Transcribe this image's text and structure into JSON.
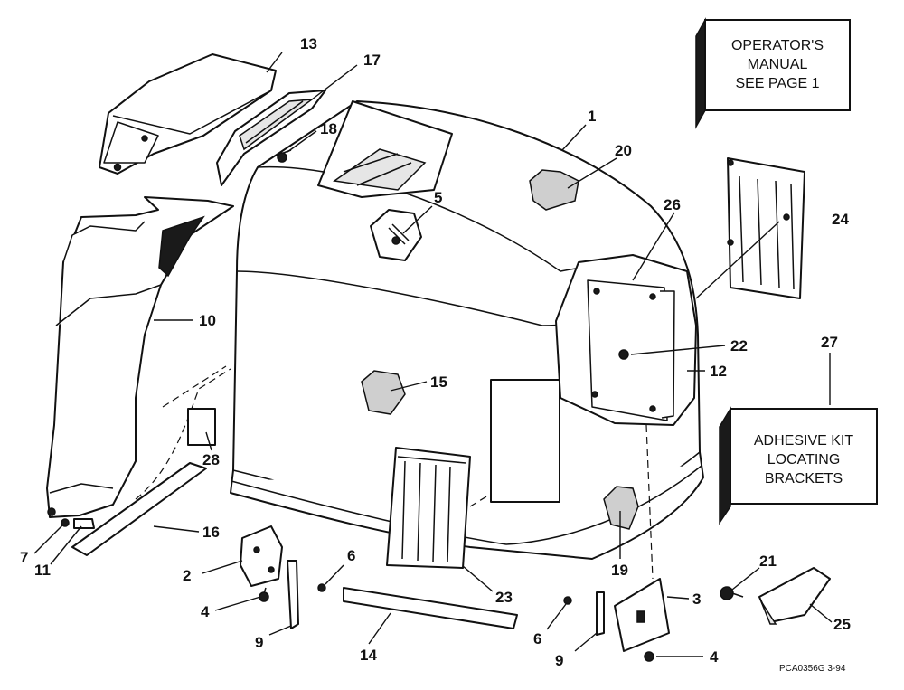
{
  "callouts": {
    "c1": "1",
    "c2": "2",
    "c3": "3",
    "c4a": "4",
    "c4b": "4",
    "c5": "5",
    "c6a": "6",
    "c6b": "6",
    "c7": "7",
    "c9a": "9",
    "c9b": "9",
    "c10": "10",
    "c11": "11",
    "c12": "12",
    "c13": "13",
    "c14": "14",
    "c15": "15",
    "c16": "16",
    "c17": "17",
    "c18": "18",
    "c19": "19",
    "c20": "20",
    "c21": "21",
    "c22": "22",
    "c23": "23",
    "c24": "24",
    "c25": "25",
    "c26": "26",
    "c27": "27",
    "c28": "28"
  },
  "operator_box": {
    "line1": "OPERATOR'S",
    "line2": "MANUAL",
    "line3": "SEE PAGE 1"
  },
  "adhesive_box": {
    "line1": "ADHESIVE KIT",
    "line2": "LOCATING",
    "line3": "BRACKETS"
  },
  "drawing_code": "PCA0356G   3-94"
}
